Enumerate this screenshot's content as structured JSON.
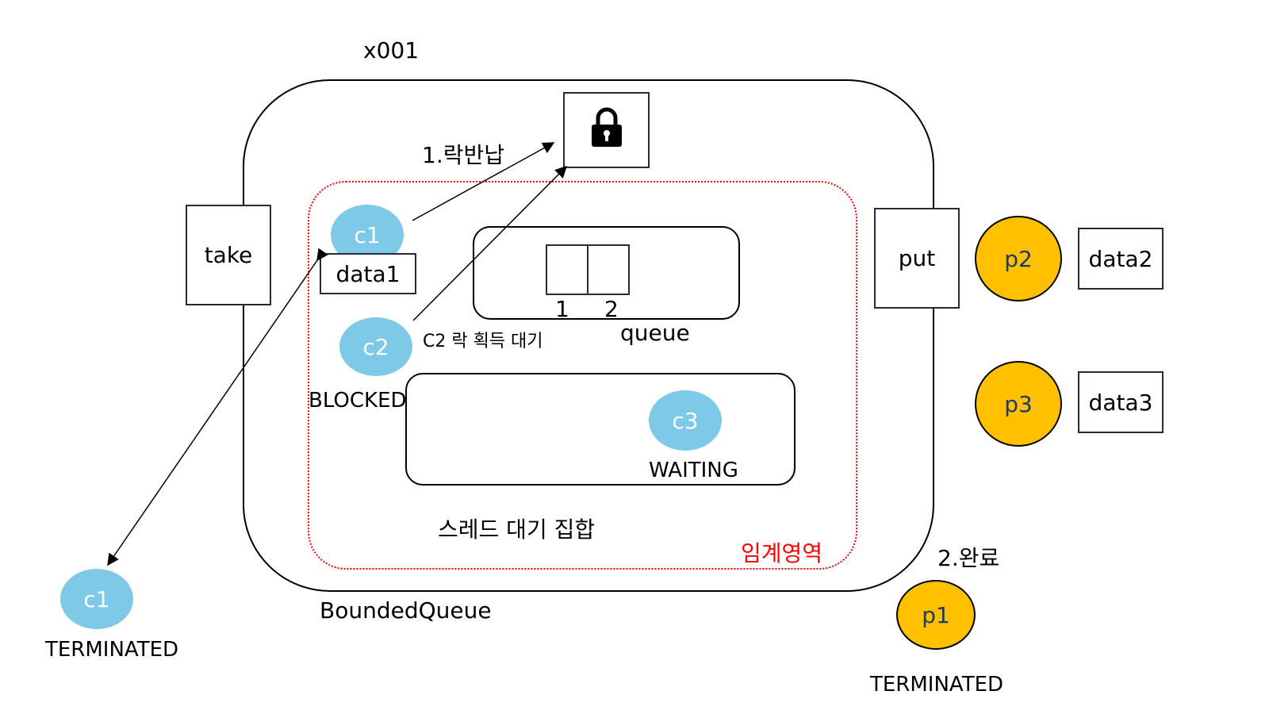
{
  "object_id": "x001",
  "container_label": "BoundedQueue",
  "lock": {
    "icon": "lock-icon"
  },
  "critical_section_label": "임계영역",
  "methods": {
    "take": "take",
    "put": "put"
  },
  "queue": {
    "label": "queue",
    "slots": [
      "1",
      "2"
    ]
  },
  "wait_set": {
    "label": "스레드 대기 집합"
  },
  "steps": {
    "release_lock": "1.락반납",
    "done": "2.완료"
  },
  "consumers": {
    "c1_inside": {
      "name": "c1",
      "data": "data1"
    },
    "c2": {
      "name": "c2",
      "state": "BLOCKED",
      "note": "C2 락 획득 대기"
    },
    "c3": {
      "name": "c3",
      "state": "WAITING"
    },
    "c1_outside": {
      "name": "c1",
      "state": "TERMINATED"
    }
  },
  "producers": {
    "p2": {
      "name": "p2",
      "data": "data2"
    },
    "p3": {
      "name": "p3",
      "data": "data3"
    },
    "p1": {
      "name": "p1",
      "state": "TERMINATED"
    }
  },
  "colors": {
    "consumer": "#7ec8e8",
    "producer": "#ffc000",
    "critical": "#ff0000"
  }
}
